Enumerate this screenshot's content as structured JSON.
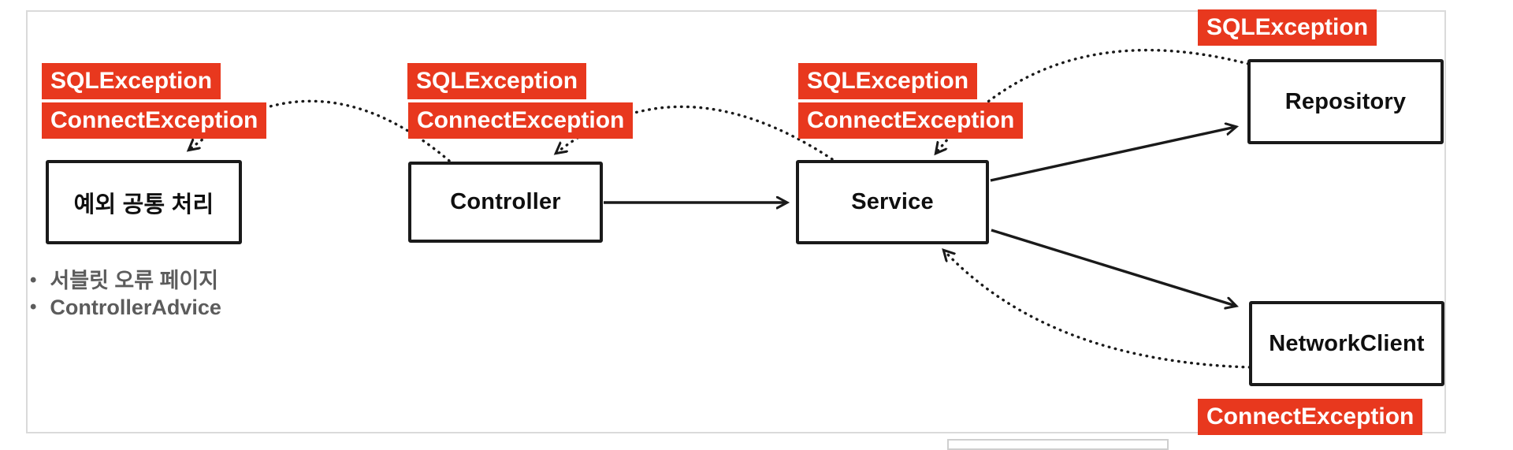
{
  "nodes": {
    "handler": "예외 공통 처리",
    "controller": "Controller",
    "service": "Service",
    "repository": "Repository",
    "network_client": "NetworkClient"
  },
  "exception_labels": {
    "handler_sql": "SQLException",
    "handler_connect": "ConnectException",
    "controller_sql": "SQLException",
    "controller_connect": "ConnectException",
    "service_sql": "SQLException",
    "service_connect": "ConnectException",
    "repository_sql": "SQLException",
    "network_client_connect": "ConnectException"
  },
  "notes": {
    "bullet_char": "•",
    "items": [
      "서블릿 오류 페이지",
      "ControllerAdvice"
    ]
  },
  "colors": {
    "exception-bg": "#e8381e",
    "exception-text": "#ffffff",
    "line": "#1a1a1a",
    "box-border": "#1a1a1a",
    "box-text": "#0f0f0f",
    "note-text": "#5c5c5c",
    "frame-border": "#dadada",
    "canvas-bg": "#ffffff"
  }
}
